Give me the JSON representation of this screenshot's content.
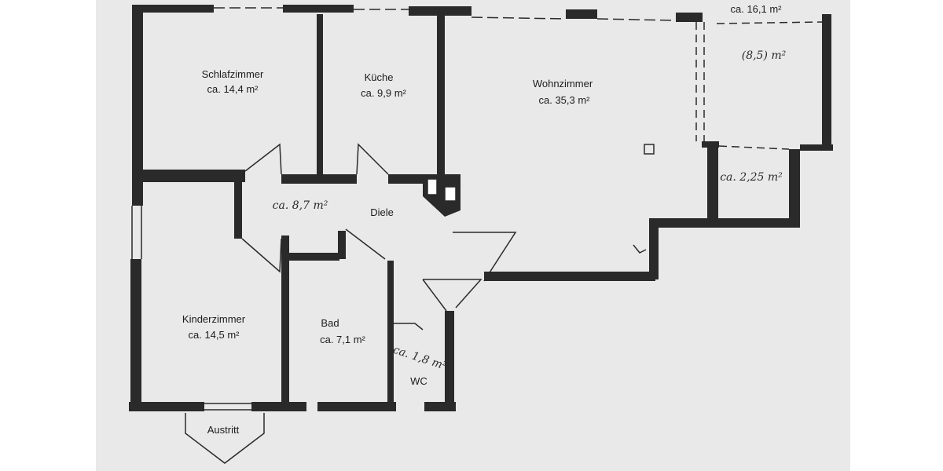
{
  "rooms": {
    "schlafzimmer": {
      "name": "Schlafzimmer",
      "area": "ca. 14,4 m²"
    },
    "kueche": {
      "name": "Küche",
      "area": "ca. 9,9 m²"
    },
    "wohnzimmer": {
      "name": "Wohnzimmer",
      "area": "ca. 35,3 m²"
    },
    "diele": {
      "name": "Diele"
    },
    "kinderzimmer": {
      "name": "Kinderzimmer",
      "area": "ca. 14,5 m²"
    },
    "bad": {
      "name": "Bad",
      "area": "ca. 7,1 m²"
    },
    "wc": {
      "name": "WC"
    },
    "balkon": {
      "area": "ca. 16,1 m²"
    }
  },
  "handwritten": {
    "diele_area": "ca. 8,7 m²",
    "balkon_half": "(8,5) m²",
    "small_room_area": "ca. 2,25 m²",
    "wc_area": "ca. 1,8 m²"
  },
  "exit": {
    "label": "Austritt"
  },
  "colors": {
    "wall": "#2a2a2a",
    "paper": "#e9e9ea",
    "background": "#ffffff"
  }
}
